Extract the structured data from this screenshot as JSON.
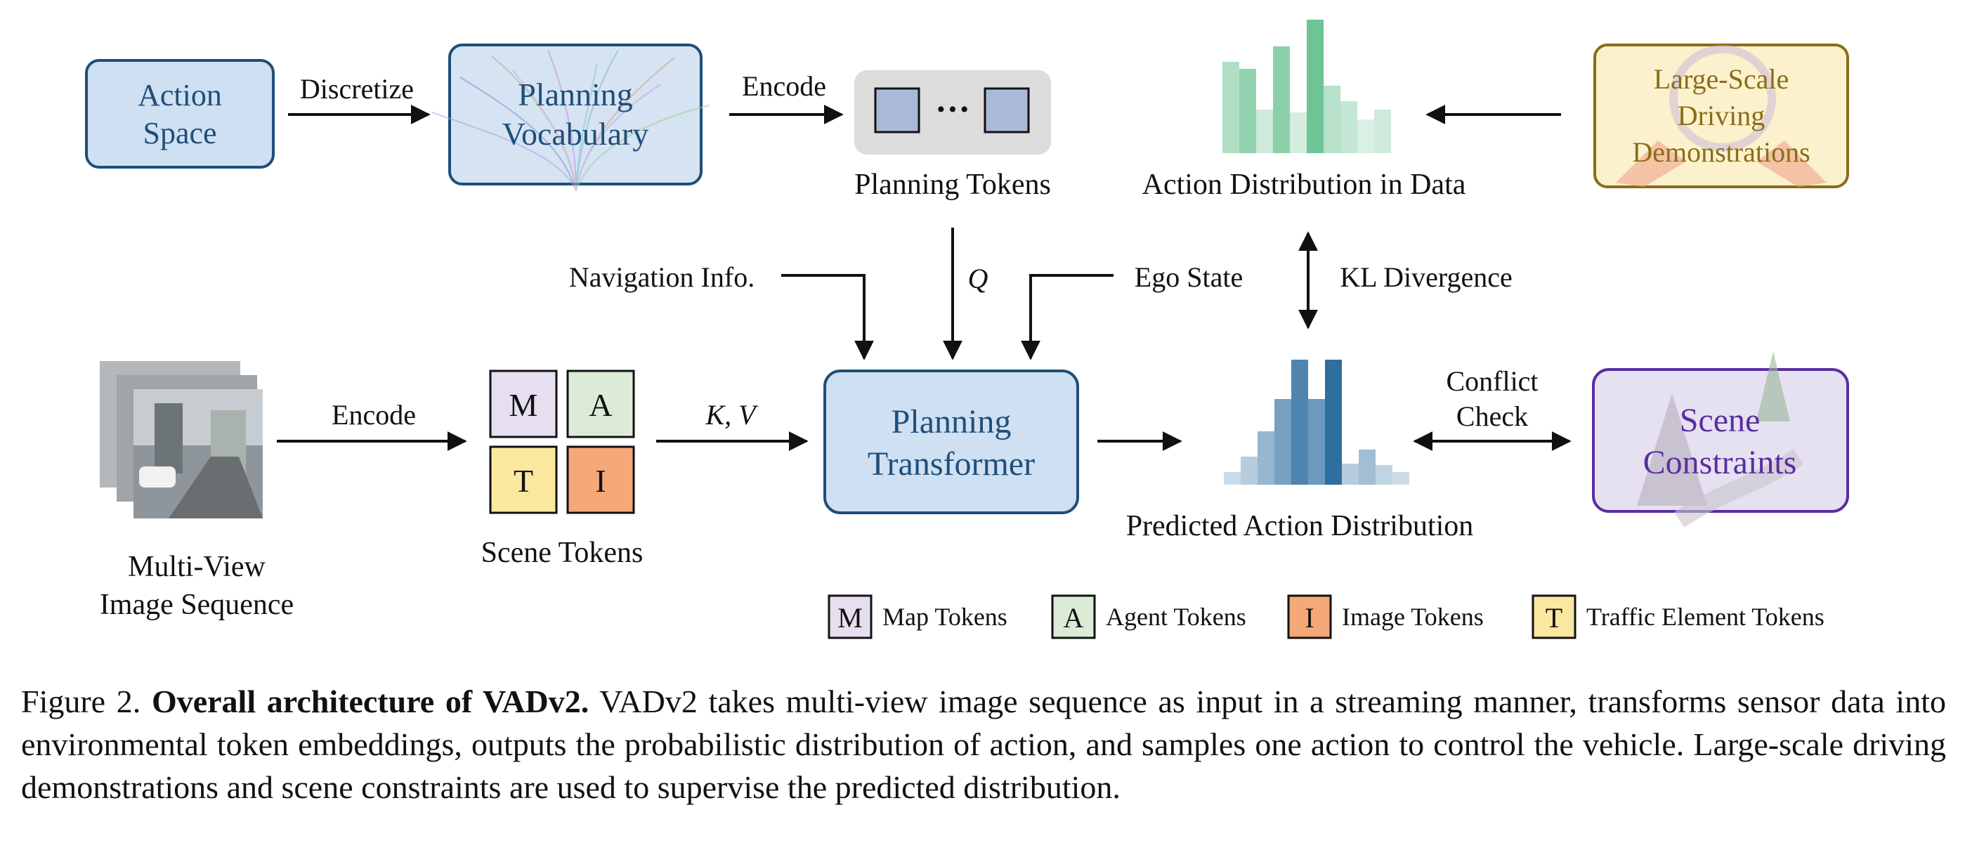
{
  "figure": {
    "action_space": [
      "Action",
      "Space"
    ],
    "discretize": "Discretize",
    "planning_vocabulary": [
      "Planning",
      "Vocabulary"
    ],
    "encode_top": "Encode",
    "token_ellipsis": "···",
    "planning_tokens": "Planning Tokens",
    "action_dist_data": "Action Distribution in Data",
    "demonstrations": [
      "Large-Scale",
      "Driving",
      "Demonstrations"
    ],
    "navigation_info": "Navigation Info.",
    "q_label": "Q",
    "ego_state": "Ego State",
    "kl_divergence": "KL Divergence",
    "multi_view": [
      "Multi-View",
      "Image Sequence"
    ],
    "encode_bottom": "Encode",
    "scene_tokens": "Scene Tokens",
    "kv_label": "K, V",
    "planning_transformer": [
      "Planning",
      "Transformer"
    ],
    "predicted_dist": "Predicted Action Distribution",
    "conflict_check": [
      "Conflict",
      "Check"
    ],
    "scene_constraints": [
      "Scene",
      "Constraints"
    ],
    "token_letters": {
      "map": "M",
      "agent": "A",
      "traffic": "T",
      "image": "I"
    },
    "legend": [
      {
        "letter": "M",
        "label": "Map Tokens",
        "color": "#e5dff0"
      },
      {
        "letter": "A",
        "label": "Agent Tokens",
        "color": "#dcebd6"
      },
      {
        "letter": "I",
        "label": "Image Tokens",
        "color": "#f5a878"
      },
      {
        "letter": "T",
        "label": "Traffic Element Tokens",
        "color": "#fbe8a0"
      }
    ],
    "colors": {
      "blue_fill": "#cfe0f3",
      "blue_stroke": "#1f4e79",
      "token_fill": "#aab9d6",
      "token_bg": "#dcdcdc",
      "green_bars": "#6fc495",
      "blue_bars": "#2f6f9f",
      "demo_fill": "#fbf1cc",
      "demo_stroke": "#8a6d1a",
      "demo_text": "#8a6d1a",
      "constraint_fill": "#e6e1f1",
      "constraint_stroke": "#5a2ea0",
      "constraint_text": "#5a2ea0"
    }
  },
  "caption": {
    "prefix": "Figure 2. ",
    "title": "Overall architecture of VADv2.",
    "body": " VADv2 takes multi-view image sequence as input in a streaming manner, transforms sensor data into environmental token embeddings, outputs the probabilistic distribution of action, and samples one action to control the vehicle. Large-scale driving demonstrations and scene constraints are used to supervise the predicted distribution."
  }
}
